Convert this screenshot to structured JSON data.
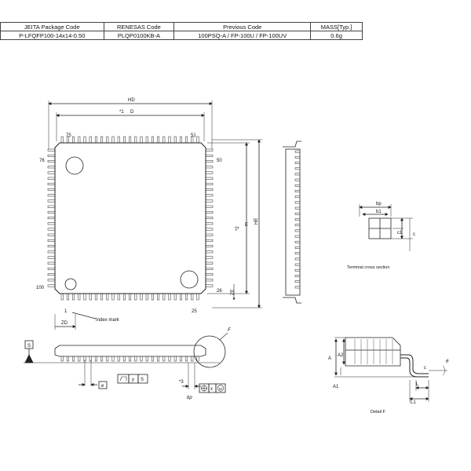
{
  "table": {
    "headers": [
      "JEITA Package Code",
      "RENESAS Code",
      "Previous Code",
      "MASS[Typ.]"
    ],
    "row": [
      "P-LFQFP100-14x14-0.50",
      "PLQP0100KB-A",
      "100PSQ-A / FP-100U / FP-100UV",
      "0.6g"
    ]
  },
  "top_view": {
    "pin_75": "75",
    "pin_51": "51",
    "pin_76": "76",
    "pin_50": "50",
    "pin_100": "100",
    "pin_26": "26",
    "pin_1": "1",
    "pin_25": "25",
    "index_mark": "Index mark"
  },
  "dims": {
    "HD": "HD",
    "D_star": "*1",
    "D": "D",
    "ZD": "ZD",
    "ZE": "ZE",
    "E_star": "*2",
    "E": "E",
    "HE": "HE",
    "star3": "*3",
    "bp": "bp",
    "y": "y",
    "S": "S",
    "e": "e",
    "x": "x",
    "M": "M",
    "F": "F",
    "b1": "b1",
    "c1": "c1",
    "c": "c",
    "A": "A",
    "A2": "A2",
    "A1": "A1",
    "L": "L",
    "L1": "L1",
    "theta": "θ"
  },
  "labels": {
    "terminal_cross_section": "Terminal cross section",
    "detail_f": "Detail F"
  }
}
